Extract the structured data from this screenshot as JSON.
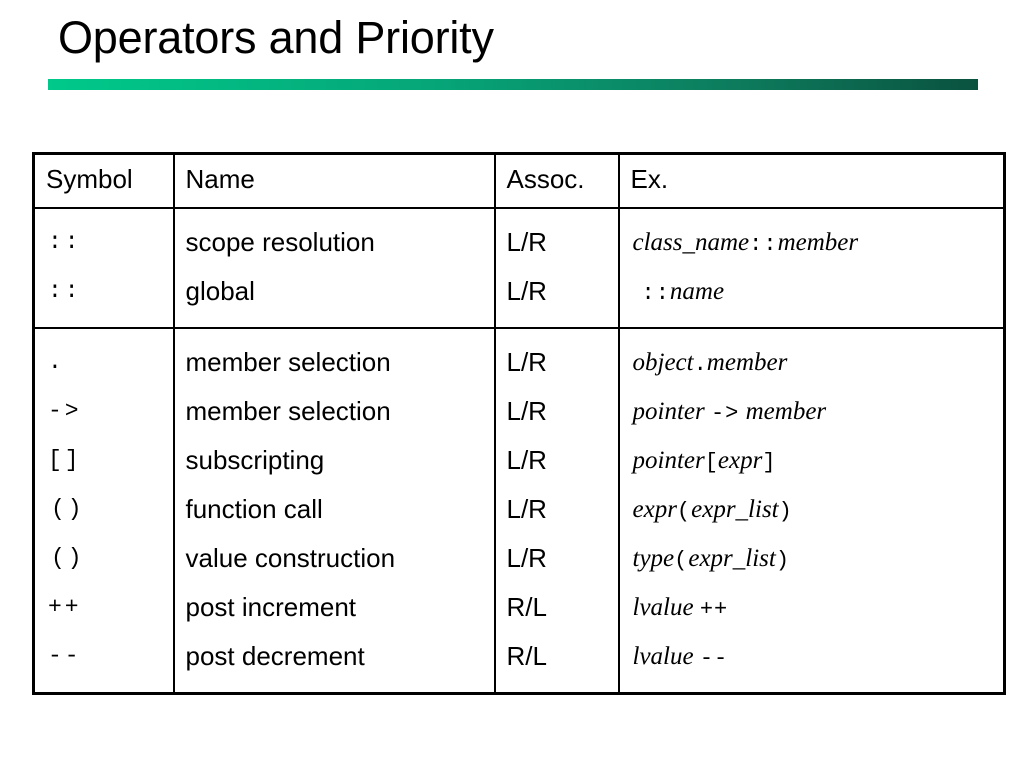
{
  "slide": {
    "title": "Operators and Priority",
    "rule_color_left": "#00c98a",
    "rule_color_right": "#0a5240"
  },
  "table": {
    "headers": {
      "symbol": "Symbol",
      "name": "Name",
      "assoc": "Assoc.",
      "ex": "Ex."
    },
    "groups": [
      {
        "rows": [
          {
            "symbol": "::",
            "name": "scope resolution",
            "assoc": "L/R",
            "ex_parts": [
              {
                "text": "class_name",
                "style": "italic"
              },
              {
                "text": "::",
                "style": "op"
              },
              {
                "text": "member",
                "style": "italic"
              }
            ],
            "ex_text": "class_name::member"
          },
          {
            "symbol": "::",
            "name": "global",
            "assoc": "L/R",
            "ex_parts": [
              {
                "text": "::",
                "style": "op"
              },
              {
                "text": "name",
                "style": "italic"
              }
            ],
            "ex_text": "::name"
          }
        ]
      },
      {
        "rows": [
          {
            "symbol": ".",
            "name": "member selection",
            "assoc": "L/R",
            "ex_parts": [
              {
                "text": "object",
                "style": "italic"
              },
              {
                "text": ".",
                "style": "op"
              },
              {
                "text": "member",
                "style": "italic"
              }
            ],
            "ex_text": "object.member"
          },
          {
            "symbol": "->",
            "name": "member selection",
            "assoc": "L/R",
            "ex_parts": [
              {
                "text": "pointer ",
                "style": "italic"
              },
              {
                "text": "->",
                "style": "op"
              },
              {
                "text": " member",
                "style": "italic"
              }
            ],
            "ex_text": "pointer -> member"
          },
          {
            "symbol": "[]",
            "name": "subscripting",
            "assoc": "L/R",
            "ex_parts": [
              {
                "text": "pointer",
                "style": "italic"
              },
              {
                "text": "[",
                "style": "op"
              },
              {
                "text": "expr",
                "style": "italic"
              },
              {
                "text": "]",
                "style": "op"
              }
            ],
            "ex_text": "pointer[expr]"
          },
          {
            "symbol": "()",
            "name": "function call",
            "assoc": "L/R",
            "ex_parts": [
              {
                "text": "expr",
                "style": "italic"
              },
              {
                "text": "(",
                "style": "op"
              },
              {
                "text": "expr_list",
                "style": "italic"
              },
              {
                "text": ")",
                "style": "op"
              }
            ],
            "ex_text": "expr(expr_list)"
          },
          {
            "symbol": "()",
            "name": "value construction",
            "assoc": "L/R",
            "ex_parts": [
              {
                "text": "type",
                "style": "italic"
              },
              {
                "text": "(",
                "style": "op"
              },
              {
                "text": "expr_list",
                "style": "italic"
              },
              {
                "text": ")",
                "style": "op"
              }
            ],
            "ex_text": "type(expr_list)"
          },
          {
            "symbol": "++",
            "name": "post increment",
            "assoc": "R/L",
            "ex_parts": [
              {
                "text": "lvalue ",
                "style": "italic"
              },
              {
                "text": "++",
                "style": "op"
              }
            ],
            "ex_text": "lvalue ++"
          },
          {
            "symbol": "--",
            "name": "post decrement",
            "assoc": "R/L",
            "ex_parts": [
              {
                "text": "lvalue ",
                "style": "italic"
              },
              {
                "text": "--",
                "style": "op"
              }
            ],
            "ex_text": "lvalue --"
          }
        ]
      }
    ]
  }
}
